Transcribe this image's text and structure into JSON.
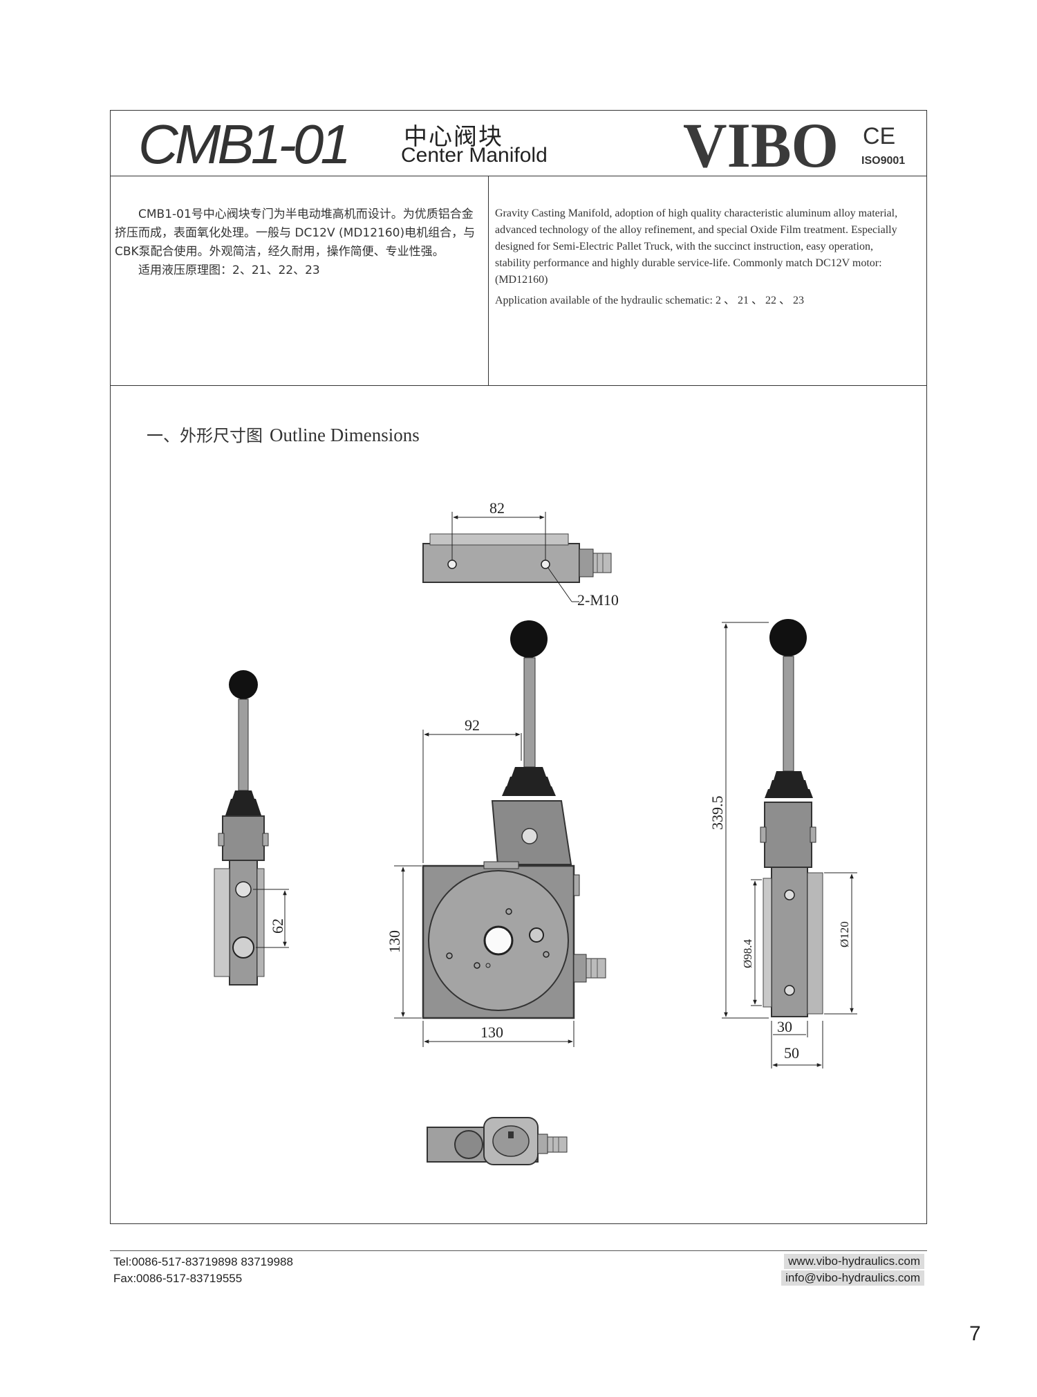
{
  "header": {
    "model": "CMB1-01",
    "title_cn": "中心阀块",
    "title_en": "Center Manifold",
    "brand": "VIBO",
    "cert_mark": "CE",
    "iso": "ISO9001"
  },
  "description": {
    "cn_paragraph": "CMB1-01号中心阀块专门为半电动堆高机而设计。为优质铝合金挤压而成，表面氧化处理。一般与 DC12V (MD12160)电机组合，与CBK泵配合使用。外观简洁，经久耐用，操作简便、专业性强。",
    "cn_application": "适用液压原理图：2、21、22、23",
    "en_paragraph": "Gravity Casting Manifold, adoption of high quality characteristic aluminum alloy material, advanced technology of the alloy refinement, and special Oxide Film treatment. Especially designed for Semi-Electric Pallet Truck, with the succinct instruction, easy operation, stability performance and highly durable service-life. Commonly match DC12V motor: (MD12160)",
    "en_application": "Application available of the hydraulic schematic: 2 、 21 、 22 、 23"
  },
  "section": {
    "title_cn": "一、外形尺寸图",
    "title_en": "Outline Dimensions"
  },
  "dimensions": {
    "top_width": "82",
    "thread": "2-M10",
    "side_spacing": "62",
    "handle_offset": "92",
    "body_height": "130",
    "body_width": "130",
    "overall_height": "339.5",
    "dia_small": "Ø98.4",
    "dia_large": "Ø120",
    "thickness_inner": "30",
    "thickness_outer": "50"
  },
  "footer": {
    "tel": "Tel:0086-517-83719898  83719988",
    "fax": "Fax:0086-517-83719555",
    "web": "www.vibo-hydraulics.com",
    "email": "info@vibo-hydraulics.com",
    "page_number": "7"
  }
}
